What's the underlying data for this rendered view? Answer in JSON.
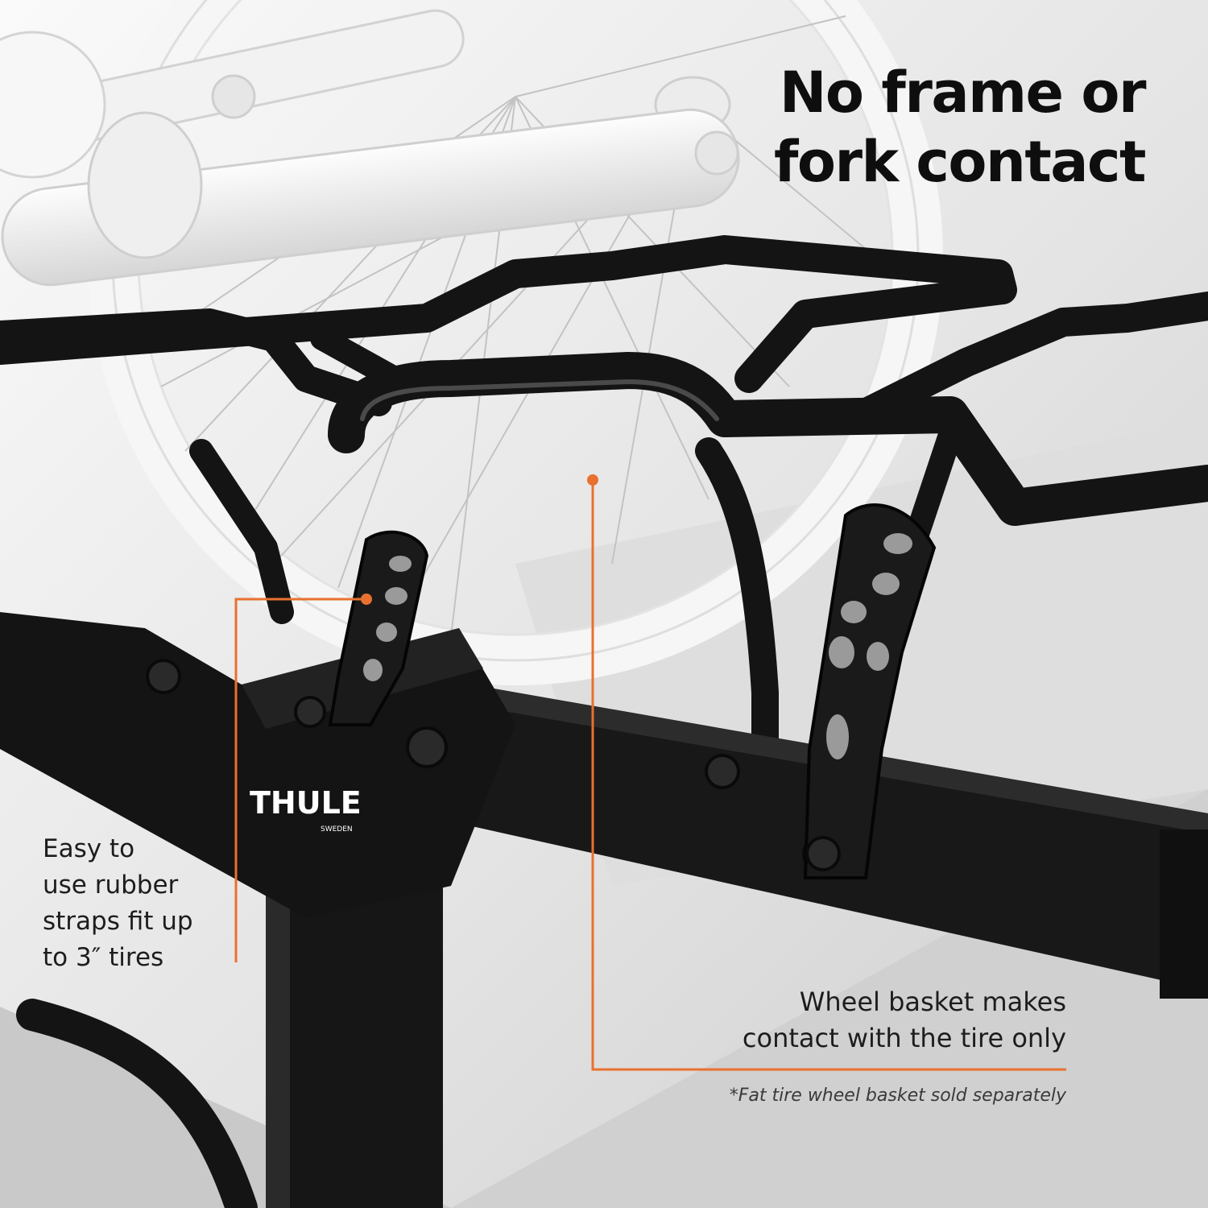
{
  "headline": {
    "line1": "No frame or",
    "line2": "fork contact"
  },
  "callouts": {
    "straps": {
      "lines": [
        "Easy to",
        "use rubber",
        "straps fit up",
        "to 3″ tires"
      ]
    },
    "wheel_basket": {
      "lines": [
        "Wheel basket makes",
        "contact with the tire only"
      ]
    }
  },
  "footnote": "*Fat tire wheel basket sold separately",
  "brand": {
    "logo_text": "THULE",
    "logo_subtext": "SWEDEN"
  },
  "colors": {
    "accent": "#e8712f",
    "rack": "#141414",
    "text": "#1d1d1d",
    "background": "#e6e6e6"
  }
}
